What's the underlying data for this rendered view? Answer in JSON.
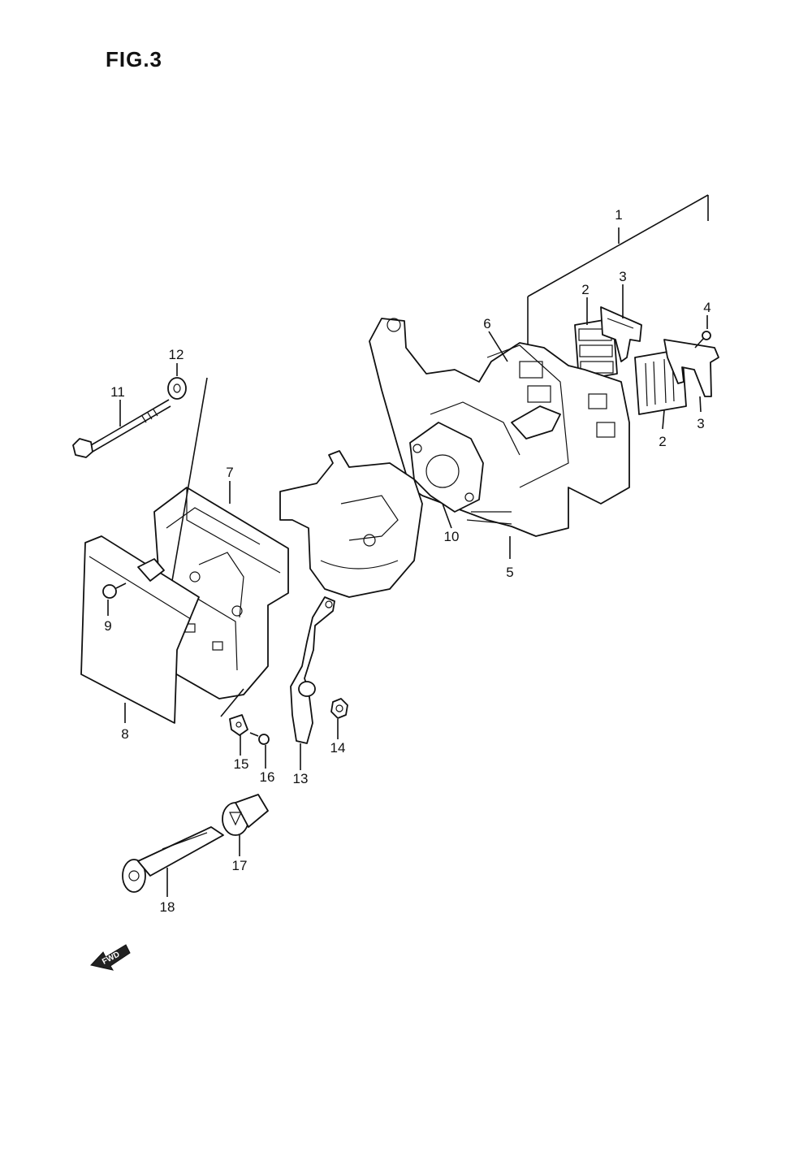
{
  "figure": {
    "title": "FIG.3"
  },
  "callouts": [
    {
      "id": "1",
      "label": "1"
    },
    {
      "id": "2a",
      "label": "2"
    },
    {
      "id": "2b",
      "label": "2"
    },
    {
      "id": "3a",
      "label": "3"
    },
    {
      "id": "3b",
      "label": "3"
    },
    {
      "id": "4",
      "label": "4"
    },
    {
      "id": "5",
      "label": "5"
    },
    {
      "id": "6",
      "label": "6"
    },
    {
      "id": "7",
      "label": "7"
    },
    {
      "id": "8",
      "label": "8"
    },
    {
      "id": "9",
      "label": "9"
    },
    {
      "id": "10",
      "label": "10"
    },
    {
      "id": "11",
      "label": "11"
    },
    {
      "id": "12",
      "label": "12"
    },
    {
      "id": "13",
      "label": "13"
    },
    {
      "id": "14",
      "label": "14"
    },
    {
      "id": "15",
      "label": "15"
    },
    {
      "id": "16",
      "label": "16"
    },
    {
      "id": "17",
      "label": "17"
    },
    {
      "id": "18",
      "label": "18"
    }
  ],
  "direction_arrow": {
    "label": "FWD"
  }
}
